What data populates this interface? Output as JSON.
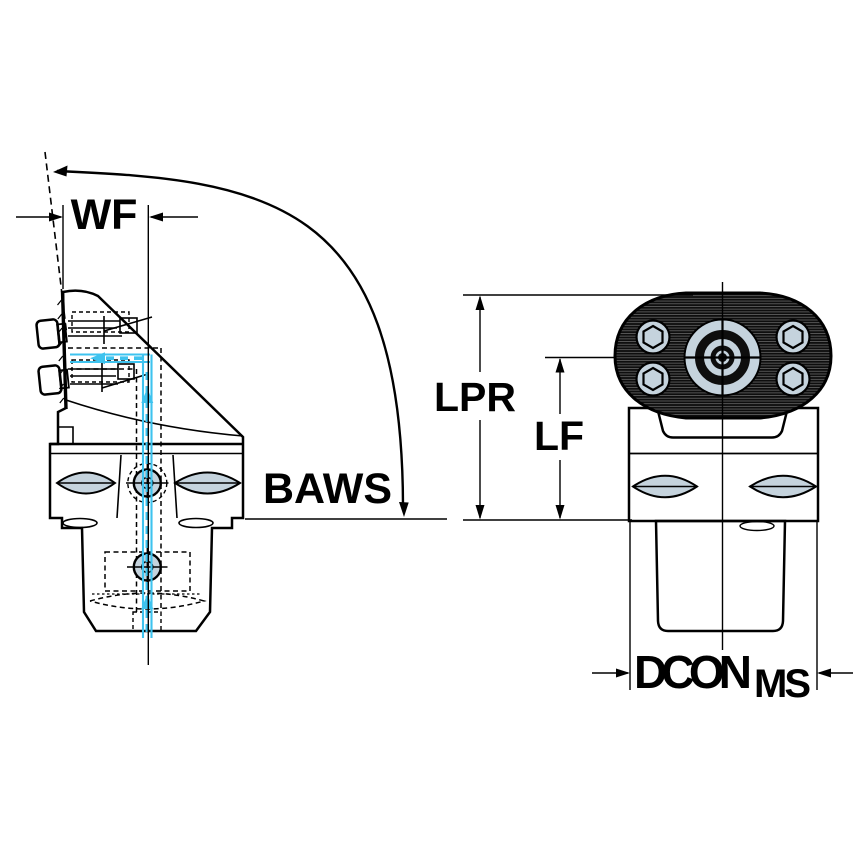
{
  "labels": {
    "wf": "WF",
    "baws": "BAWS",
    "lpr": "LPR",
    "lf": "LF",
    "dcon": "DCON",
    "dcon_subscript": "MS"
  },
  "colors": {
    "body": "#c5d3dd",
    "outline": "#000000",
    "coolant": "#3ec3ef",
    "head_dark": "#0e0e0e",
    "background": "#ffffff"
  }
}
